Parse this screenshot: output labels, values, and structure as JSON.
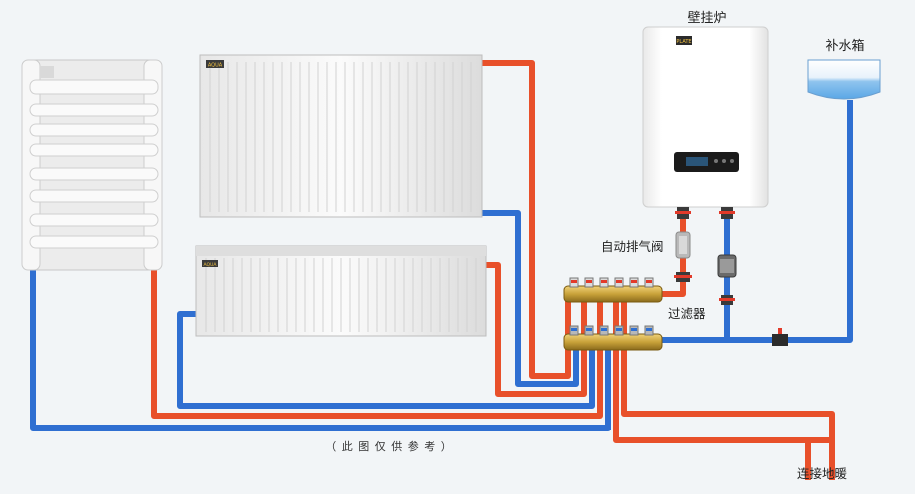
{
  "labels": {
    "boiler": "壁挂炉",
    "tank": "补水箱",
    "air_vent": "自动排气阀",
    "filter": "过滤器",
    "floor_heating": "连接地暖",
    "note": "（ 此 图 仅 供 参 考 ）"
  },
  "boiler_badge": "PLATE",
  "radiator_badge": "AQUA",
  "colors": {
    "supply_pipe": "#e8502a",
    "return_pipe": "#2f6fd1",
    "brass": "#c9a23a",
    "background": "#f2f5f7"
  }
}
